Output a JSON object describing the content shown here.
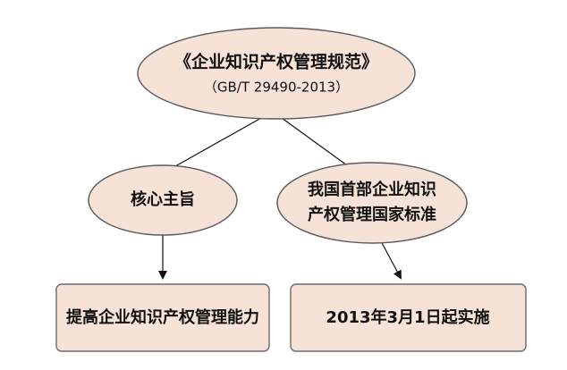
{
  "root": {
    "title": "《企业知识产权管理规范》",
    "code": "（GB/T 29490-2013）"
  },
  "core_aim": {
    "label": "核心主旨"
  },
  "first_national_standard": {
    "line1": "我国首部企业知识",
    "line2": "产权管理国家标准"
  },
  "outcome_box": {
    "label": "提高企业知识产权管理能力"
  },
  "date_box": {
    "label": "2013年3月1日起实施"
  },
  "colors": {
    "node_fill": "#f7e2d7",
    "node_border": "#5a5a5a",
    "edge": "#111111",
    "text": "#111111"
  }
}
